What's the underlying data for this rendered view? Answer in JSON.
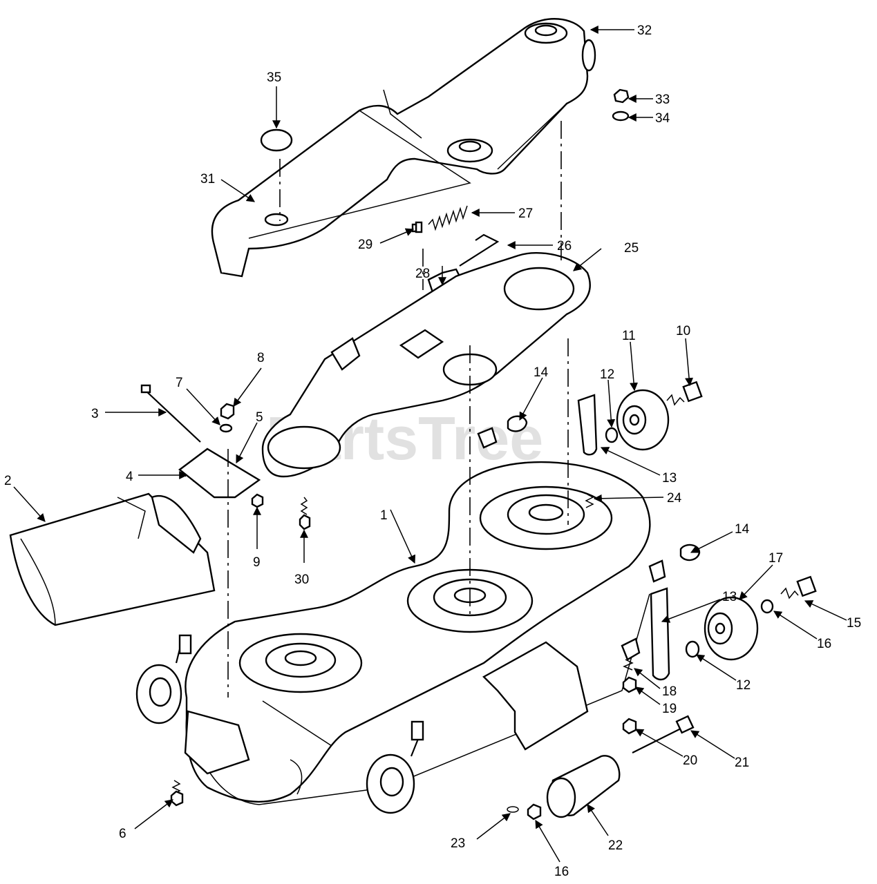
{
  "watermark": "PartsTree",
  "callouts": [
    "1",
    "2",
    "3",
    "4",
    "5",
    "6",
    "7",
    "8",
    "9",
    "10",
    "11",
    "12",
    "12",
    "13",
    "13",
    "14",
    "14",
    "15",
    "16",
    "16",
    "17",
    "18",
    "19",
    "20",
    "21",
    "22",
    "23",
    "24",
    "25",
    "26",
    "27",
    "28",
    "29",
    "30",
    "31",
    "32",
    "33",
    "34",
    "35"
  ]
}
